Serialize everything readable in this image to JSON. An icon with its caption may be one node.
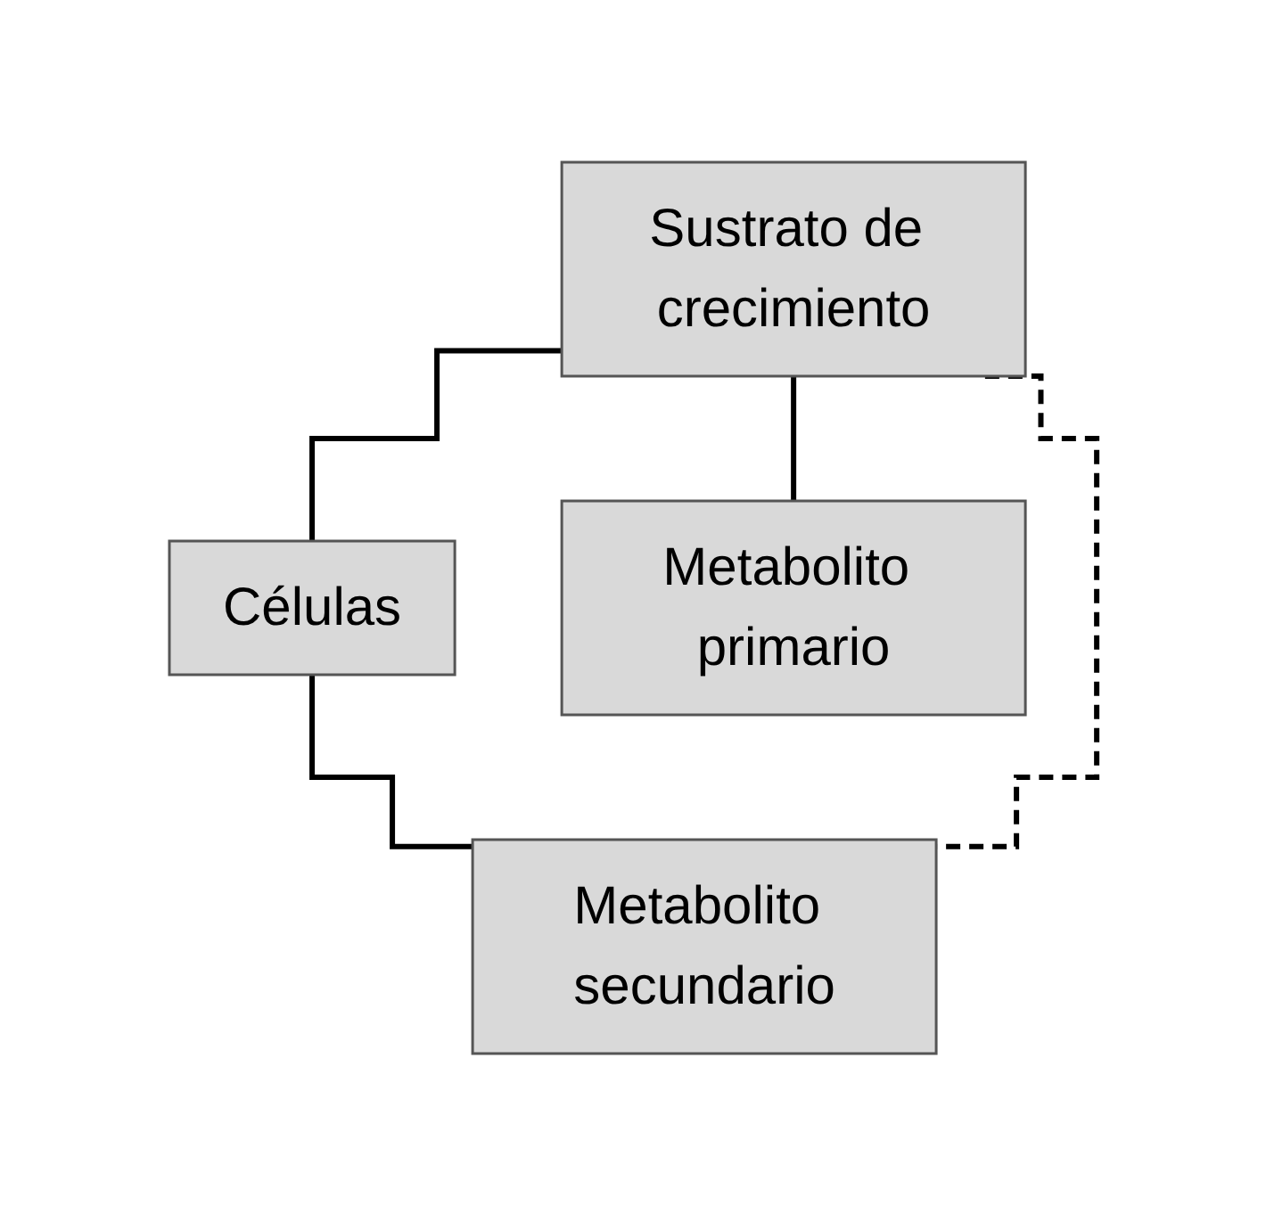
{
  "diagram": {
    "nodes": [
      {
        "text": [
          "Sustrato de crecimiento"
        ]
      },
      {
        "text": [
          "Células"
        ]
      },
      {
        "text": [
          "Metabolito primario"
        ]
      },
      {
        "text": [
          "Metabolito secundario"
        ]
      }
    ],
    "edges": [
      {
        "from": 0,
        "to": 1,
        "arrow": "none"
      },
      {
        "from": 0,
        "to": 2,
        "arrow": "none"
      },
      {
        "from": 1,
        "to": 3,
        "arrow": "none"
      },
      {
        "from": 0,
        "to": 3,
        "arrow": "none",
        "style": "dashed"
      }
    ]
  }
}
